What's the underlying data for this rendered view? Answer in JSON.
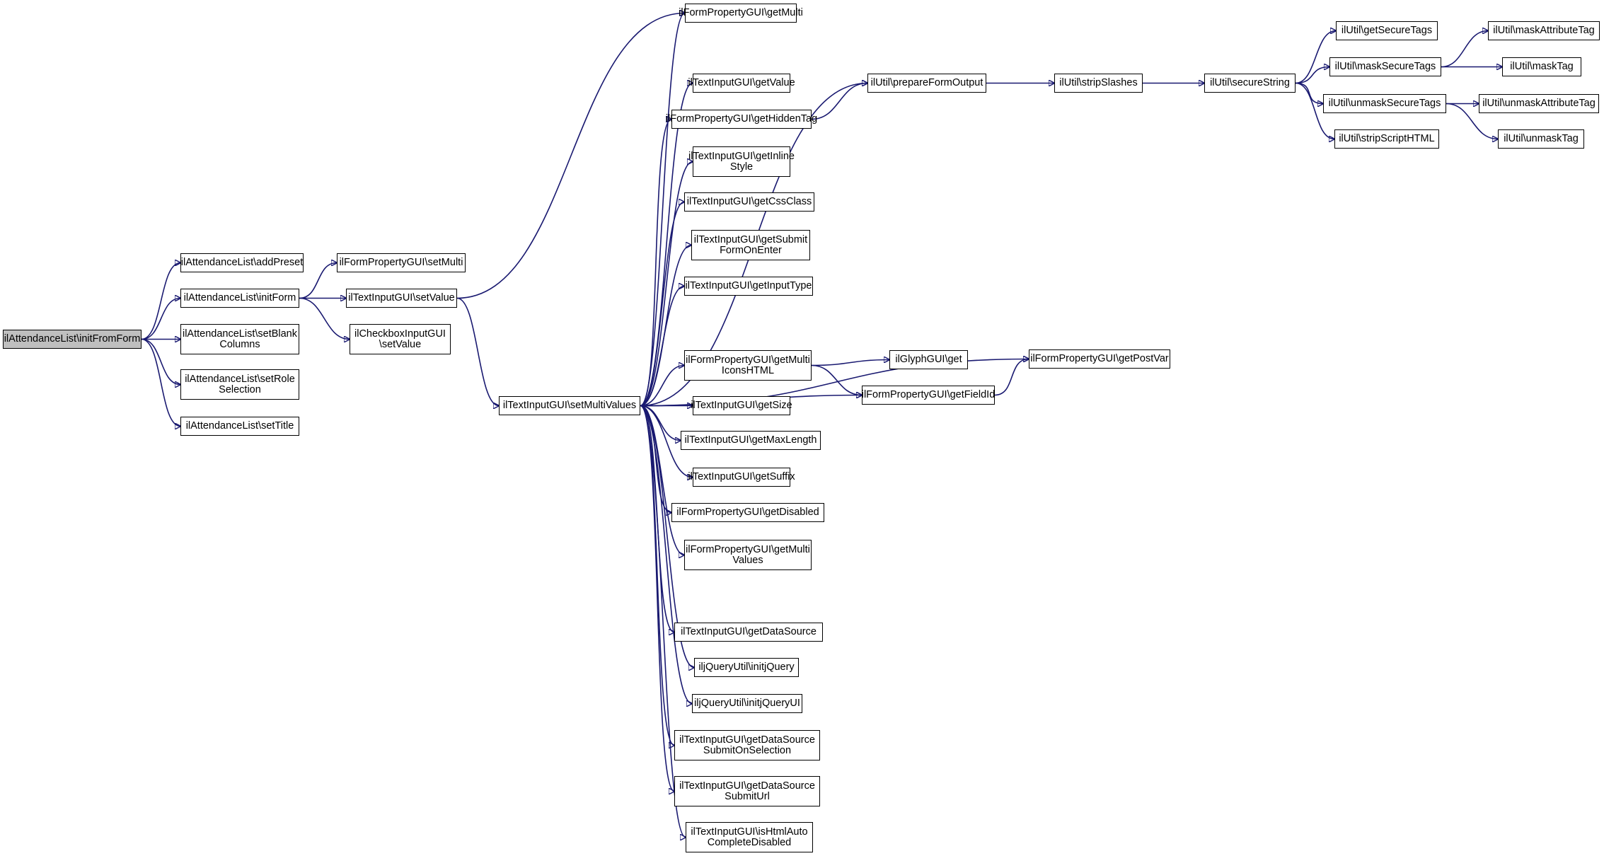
{
  "graph": {
    "colors": {
      "edge": "#191970",
      "node_border": "#000000",
      "root_fill": "#bfbfbf",
      "node_fill": "#ffffff"
    },
    "nodes": {
      "root": "ilAttendanceList\\initFromForm",
      "addPreset": "ilAttendanceList\\addPreset",
      "initForm": "ilAttendanceList\\initForm",
      "setBlankColumns": "ilAttendanceList\\setBlank\nColumns",
      "setRoleSelection": "ilAttendanceList\\setRole\nSelection",
      "setTitle": "ilAttendanceList\\setTitle",
      "setMulti": "ilFormPropertyGUI\\setMulti",
      "tiSetValue": "ilTextInputGUI\\setValue",
      "cbSetValue": "ilCheckboxInputGUI\n\\setValue",
      "setMultiValues": "ilTextInputGUI\\setMultiValues",
      "getMulti": "ilFormPropertyGUI\\getMulti",
      "getValue": "ilTextInputGUI\\getValue",
      "getHiddenTag": "ilFormPropertyGUI\\getHiddenTag",
      "getInlineStyle": "ilTextInputGUI\\getInline\nStyle",
      "getCssClass": "ilTextInputGUI\\getCssClass",
      "getSubmitFormOnEnter": "ilTextInputGUI\\getSubmit\nFormOnEnter",
      "getInputType": "ilTextInputGUI\\getInputType",
      "getMultiIconsHTML": "ilFormPropertyGUI\\getMulti\nIconsHTML",
      "getSize": "ilTextInputGUI\\getSize",
      "getMaxLength": "ilTextInputGUI\\getMaxLength",
      "getSuffix": "ilTextInputGUI\\getSuffix",
      "getDisabled": "ilFormPropertyGUI\\getDisabled",
      "getMultiValues": "ilFormPropertyGUI\\getMulti\nValues",
      "getDataSource": "ilTextInputGUI\\getDataSource",
      "initjQuery": "iljQueryUtil\\initjQuery",
      "initjQueryUI": "iljQueryUtil\\initjQueryUI",
      "getDataSourceSubmitOnSelection": "ilTextInputGUI\\getDataSource\nSubmitOnSelection",
      "getDataSourceSubmitUrl": "ilTextInputGUI\\getDataSource\nSubmitUrl",
      "isHtmlAutoCompleteDisabled": "ilTextInputGUI\\isHtmlAuto\nCompleteDisabled",
      "prepareFormOutput": "ilUtil\\prepareFormOutput",
      "glyphGet": "ilGlyphGUI\\get",
      "getFieldId": "ilFormPropertyGUI\\getFieldId",
      "getPostVar": "ilFormPropertyGUI\\getPostVar",
      "stripSlashes": "ilUtil\\stripSlashes",
      "secureString": "ilUtil\\secureString",
      "getSecureTags": "ilUtil\\getSecureTags",
      "maskSecureTags": "ilUtil\\maskSecureTags",
      "unmaskSecureTags": "ilUtil\\unmaskSecureTags",
      "stripScriptHTML": "ilUtil\\stripScriptHTML",
      "maskAttributeTag": "ilUtil\\maskAttributeTag",
      "maskTag": "ilUtil\\maskTag",
      "unmaskAttributeTag": "ilUtil\\unmaskAttributeTag",
      "unmaskTag": "ilUtil\\unmaskTag"
    },
    "edges": [
      [
        "root",
        "addPreset"
      ],
      [
        "root",
        "initForm"
      ],
      [
        "root",
        "setBlankColumns"
      ],
      [
        "root",
        "setRoleSelection"
      ],
      [
        "root",
        "setTitle"
      ],
      [
        "initForm",
        "setMulti"
      ],
      [
        "initForm",
        "tiSetValue"
      ],
      [
        "initForm",
        "cbSetValue"
      ],
      [
        "tiSetValue",
        "getMulti"
      ],
      [
        "tiSetValue",
        "setMultiValues"
      ],
      [
        "setMultiValues",
        "getMulti"
      ],
      [
        "setMultiValues",
        "prepareFormOutput"
      ],
      [
        "setMultiValues",
        "getValue"
      ],
      [
        "setMultiValues",
        "getHiddenTag"
      ],
      [
        "setMultiValues",
        "getInlineStyle"
      ],
      [
        "setMultiValues",
        "getCssClass"
      ],
      [
        "setMultiValues",
        "getSubmitFormOnEnter"
      ],
      [
        "setMultiValues",
        "getInputType"
      ],
      [
        "setMultiValues",
        "getPostVar"
      ],
      [
        "setMultiValues",
        "getMultiIconsHTML"
      ],
      [
        "setMultiValues",
        "getSize"
      ],
      [
        "setMultiValues",
        "getMaxLength"
      ],
      [
        "setMultiValues",
        "getSuffix"
      ],
      [
        "setMultiValues",
        "getDisabled"
      ],
      [
        "setMultiValues",
        "getMultiValues"
      ],
      [
        "setMultiValues",
        "getFieldId"
      ],
      [
        "setMultiValues",
        "getDataSource"
      ],
      [
        "setMultiValues",
        "initjQuery"
      ],
      [
        "setMultiValues",
        "initjQueryUI"
      ],
      [
        "setMultiValues",
        "getDataSourceSubmitOnSelection"
      ],
      [
        "setMultiValues",
        "getDataSourceSubmitUrl"
      ],
      [
        "setMultiValues",
        "isHtmlAutoCompleteDisabled"
      ],
      [
        "getHiddenTag",
        "prepareFormOutput"
      ],
      [
        "getMultiIconsHTML",
        "glyphGet"
      ],
      [
        "getMultiIconsHTML",
        "getFieldId"
      ],
      [
        "getFieldId",
        "getPostVar"
      ],
      [
        "prepareFormOutput",
        "stripSlashes"
      ],
      [
        "stripSlashes",
        "secureString"
      ],
      [
        "secureString",
        "getSecureTags"
      ],
      [
        "secureString",
        "maskSecureTags"
      ],
      [
        "secureString",
        "unmaskSecureTags"
      ],
      [
        "secureString",
        "stripScriptHTML"
      ],
      [
        "maskSecureTags",
        "maskAttributeTag"
      ],
      [
        "maskSecureTags",
        "maskTag"
      ],
      [
        "unmaskSecureTags",
        "unmaskAttributeTag"
      ],
      [
        "unmaskSecureTags",
        "unmaskTag"
      ]
    ]
  }
}
